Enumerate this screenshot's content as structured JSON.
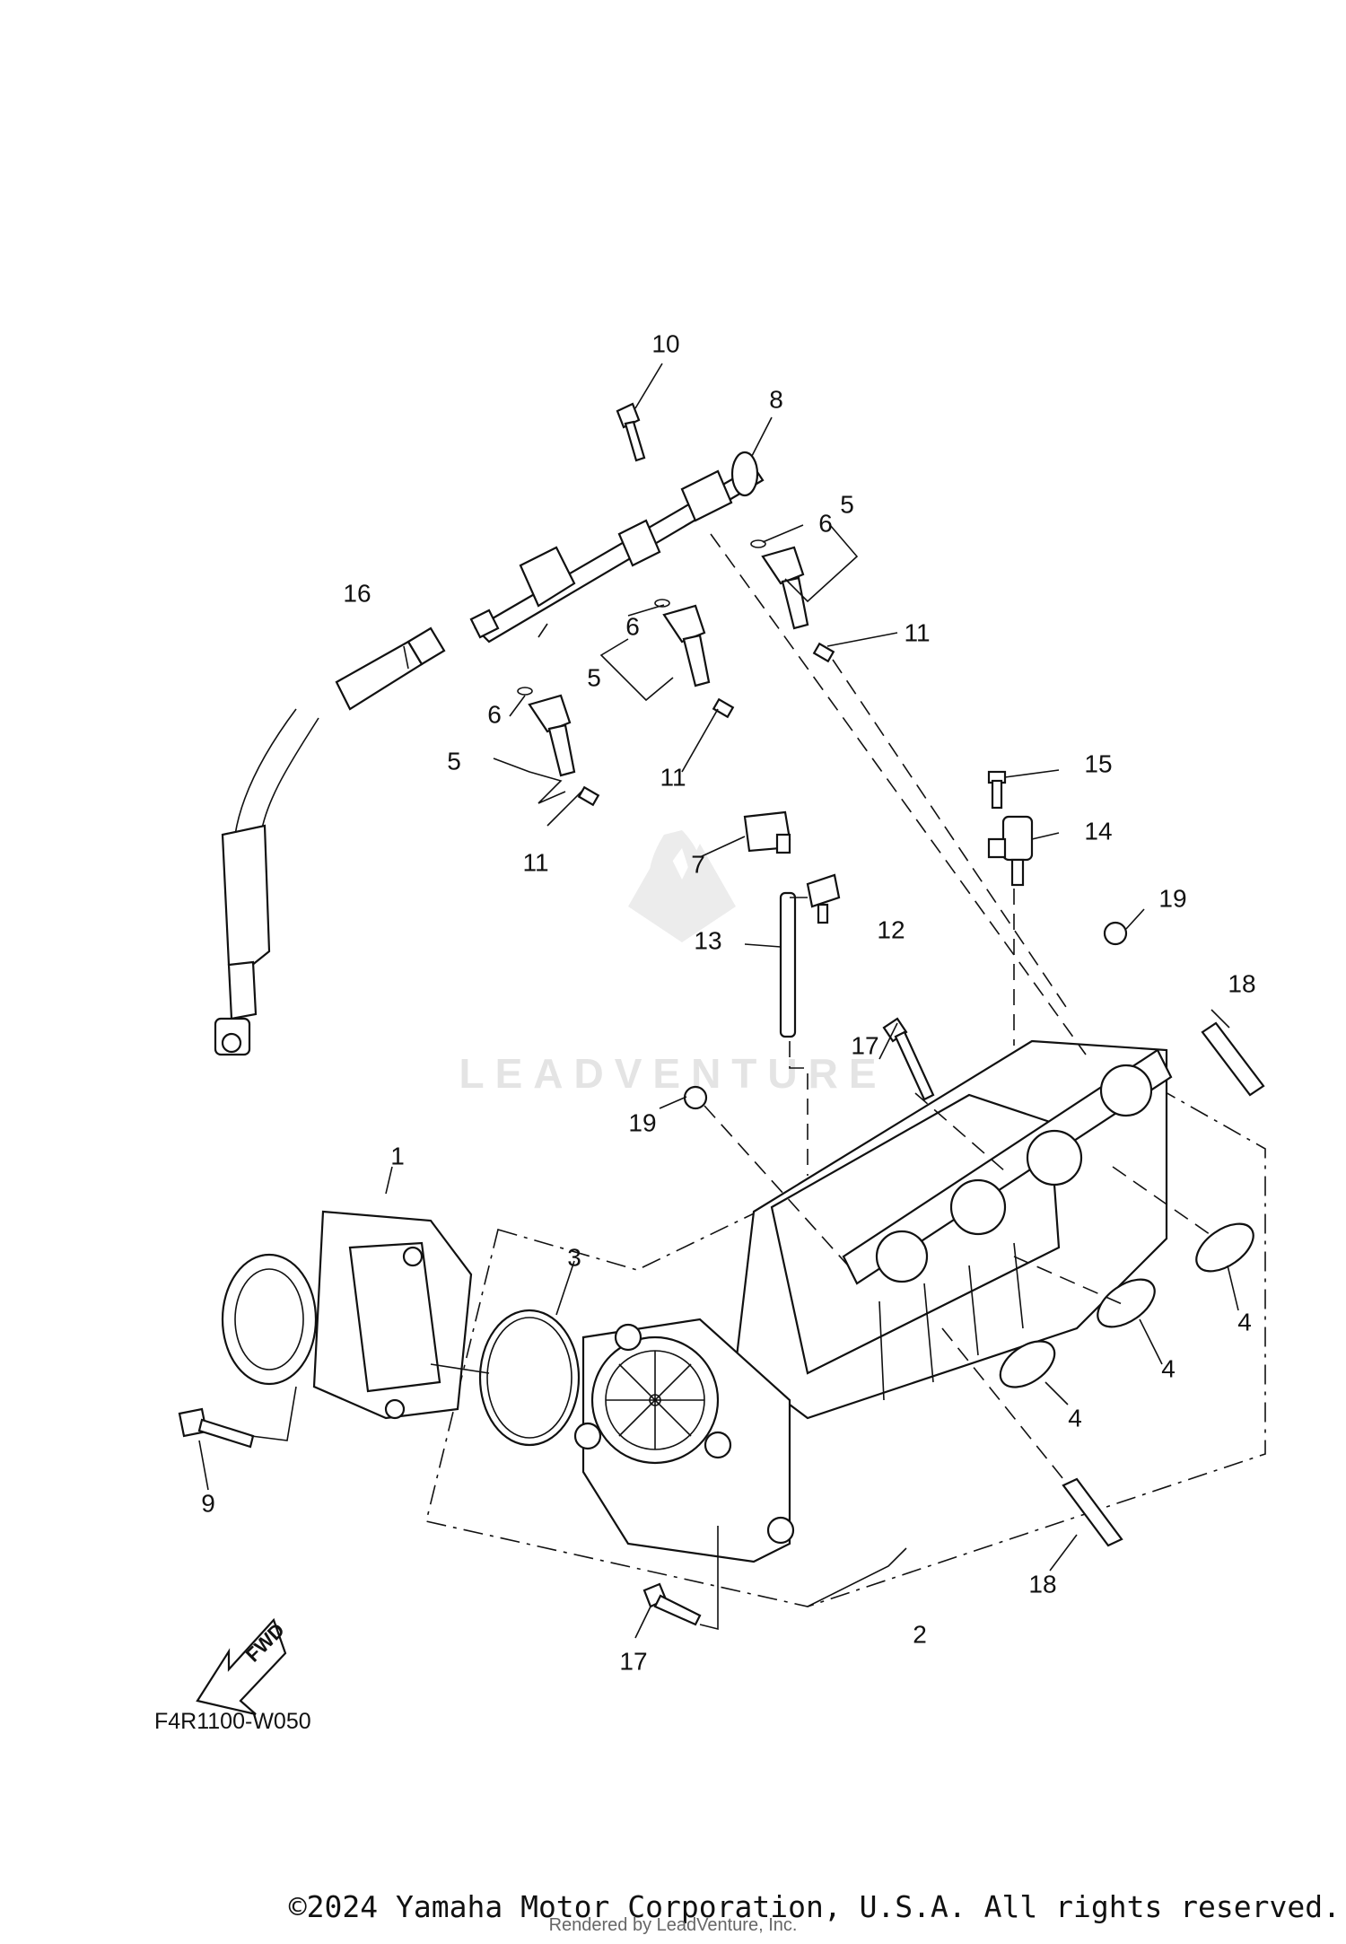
{
  "diagram_code": "F4R1100-W050",
  "direction_label": "FWD",
  "watermark_text": "LEADVENTURE",
  "copyright": "©2024 Yamaha Motor Corporation, U.S.A. All rights reserved.",
  "rendered_by": "Rendered by LeadVenture, Inc.",
  "callouts": [
    "1",
    "2",
    "3",
    "4",
    "4",
    "4",
    "5",
    "5",
    "5",
    "6",
    "6",
    "6",
    "7",
    "8",
    "9",
    "10",
    "11",
    "11",
    "11",
    "12",
    "13",
    "14",
    "15",
    "16",
    "17",
    "17",
    "18",
    "18",
    "19",
    "19"
  ]
}
